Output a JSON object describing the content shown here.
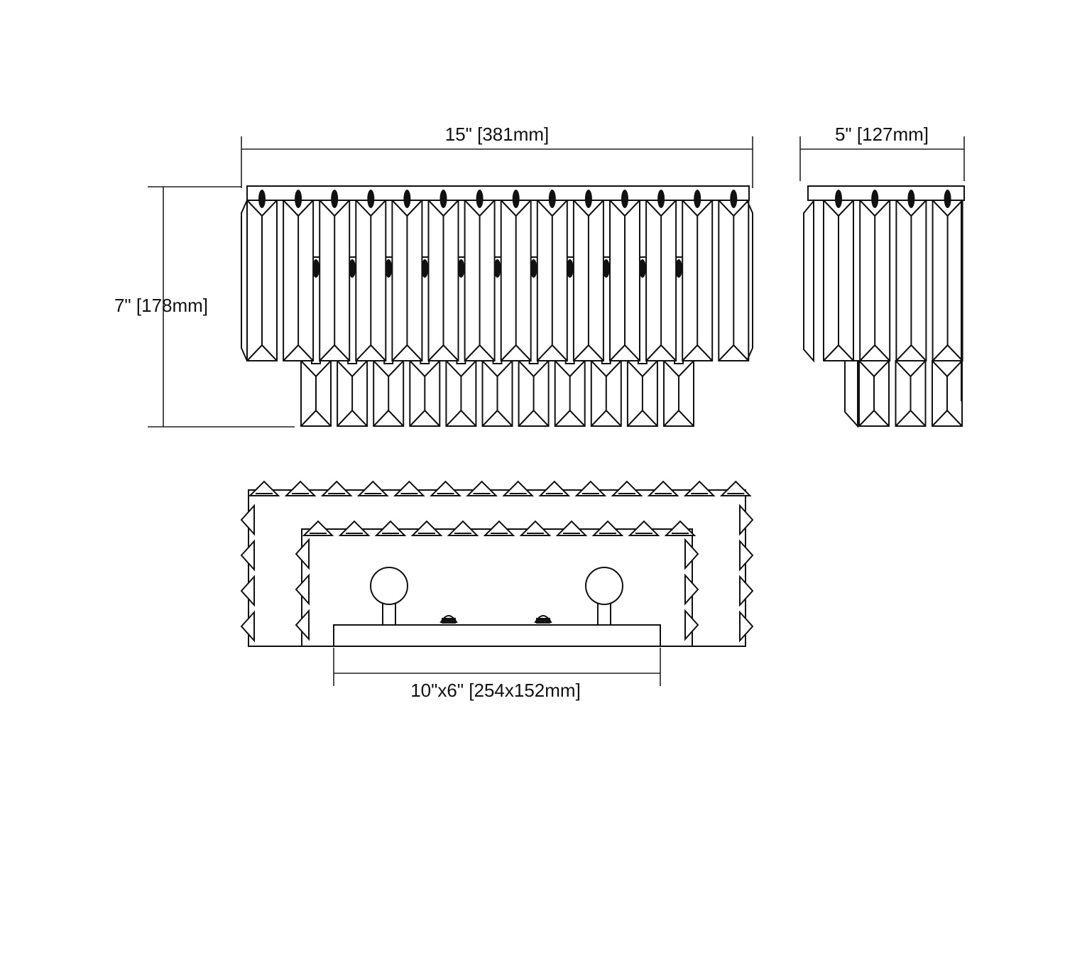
{
  "dimensions": {
    "width": "15\" [381mm]",
    "depth": "5\" [127mm]",
    "height": "7\" [178mm]",
    "backplate": "10\"x6\" [254x152mm]"
  },
  "counts": {
    "front_upper_crystals": 14,
    "front_lower_crystals": 11,
    "side_upper_crystals": 4,
    "side_lower_crystals": 3,
    "top_outer_crystals": 14,
    "top_inner_crystals": 11,
    "bulbs": 2
  }
}
